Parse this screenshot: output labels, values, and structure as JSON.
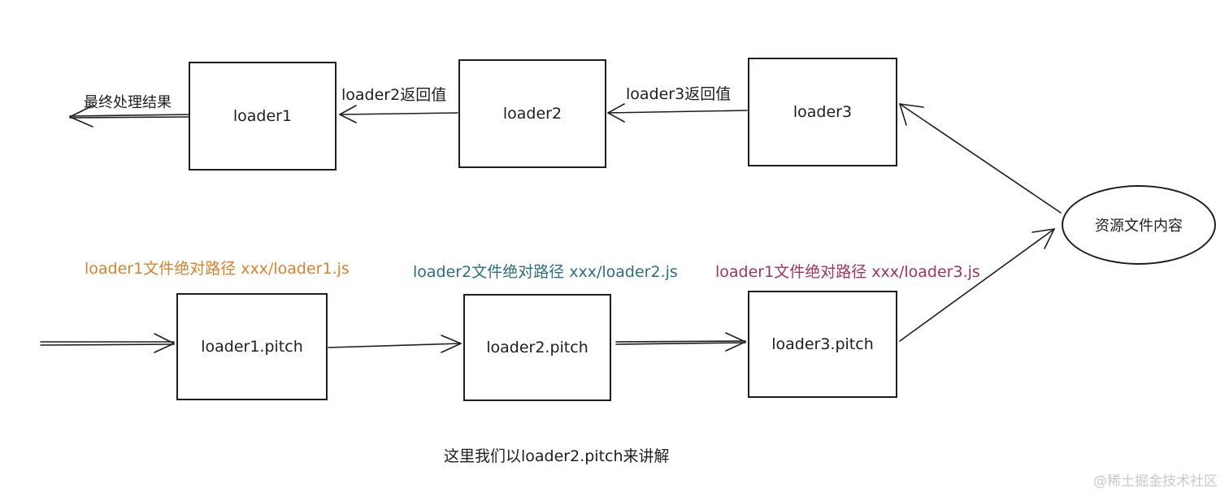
{
  "nodes": {
    "loader1": "loader1",
    "loader2": "loader2",
    "loader3": "loader3",
    "pitch1": "loader1.pitch",
    "pitch2": "loader2.pitch",
    "pitch3": "loader3.pitch",
    "source": "资源文件内容"
  },
  "edge_labels": {
    "final": "最终处理结果",
    "ret2": "loader2返回值",
    "ret3": "loader3返回值"
  },
  "paths": {
    "p1": "loader1文件绝对路径  xxx/loader1.js",
    "p2": "loader2文件绝对路径  xxx/loader2.js",
    "p3": "loader1文件绝对路径  xxx/loader3.js"
  },
  "colors": {
    "p1": "#d9822b",
    "p2": "#2a6f7f",
    "p3": "#a3325e",
    "stroke": "#1e1e1e"
  },
  "caption": "这里我们以loader2.pitch来讲解",
  "watermark": "@稀土掘金技术社区"
}
